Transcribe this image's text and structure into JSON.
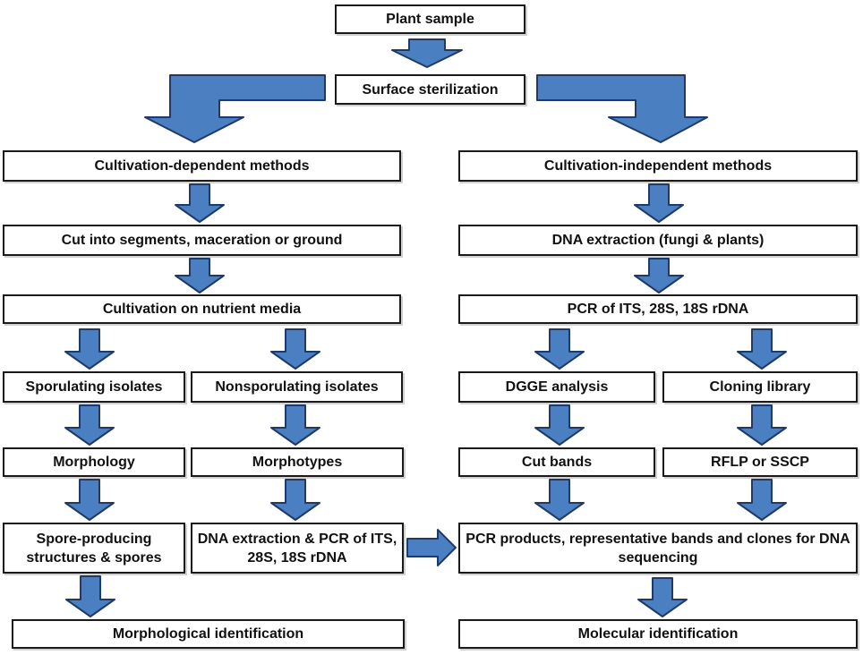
{
  "diagram": {
    "type": "flowchart",
    "nodes": {
      "plant_sample": "Plant sample",
      "surface_sterilization": "Surface sterilization",
      "cultivation_dependent": "Cultivation-dependent methods",
      "cut_into_segments": "Cut into segments, maceration or ground",
      "cultivation_nutrient": "Cultivation on nutrient media",
      "sporulating": "Sporulating isolates",
      "nonsporulating": "Nonsporulating isolates",
      "morphology": "Morphology",
      "morphotypes": "Morphotypes",
      "spore_producing": "Spore-producing structures & spores",
      "dna_extraction_pcr": "DNA extraction & PCR of ITS, 28S, 18S rDNA",
      "morphological_id": "Morphological identification",
      "cultivation_independent": "Cultivation-independent methods",
      "dna_extraction": "DNA extraction (fungi & plants)",
      "pcr_its": "PCR of ITS, 28S, 18S rDNA",
      "dgge": "DGGE analysis",
      "cloning": "Cloning library",
      "cut_bands": "Cut bands",
      "rflp": "RFLP or SSCP",
      "pcr_products": "PCR products, representative bands and clones for DNA sequencing",
      "molecular_id": "Molecular identification"
    },
    "colors": {
      "arrow_fill": "#4a80c2",
      "arrow_stroke": "#1f3a66",
      "box_border": "#1a1a1a",
      "box_fill": "#ffffff",
      "text": "#111111",
      "bg": "#ffffff"
    }
  }
}
